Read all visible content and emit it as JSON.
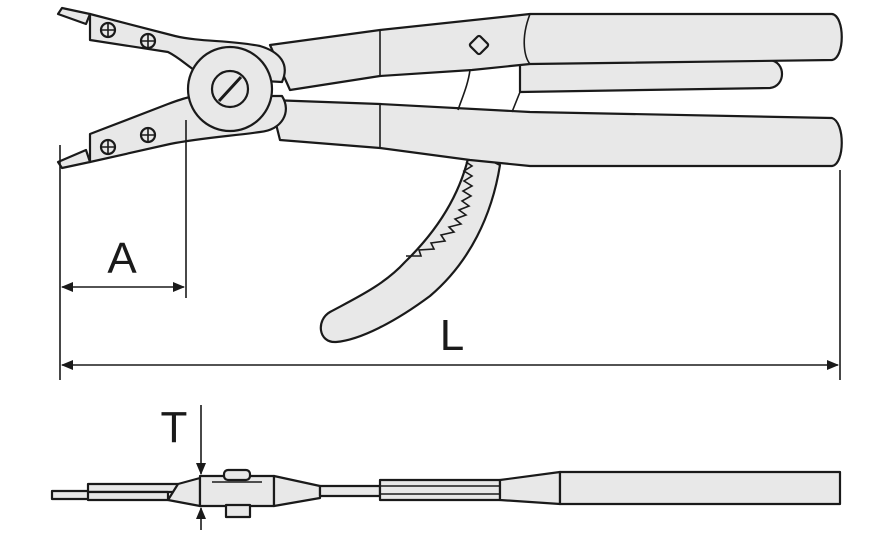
{
  "labels": {
    "dim_a": "A",
    "dim_l": "L",
    "dim_t": "T"
  },
  "colors": {
    "stroke": "#1a1a1a",
    "fill": "#e8e8e8",
    "background": "#ffffff"
  }
}
